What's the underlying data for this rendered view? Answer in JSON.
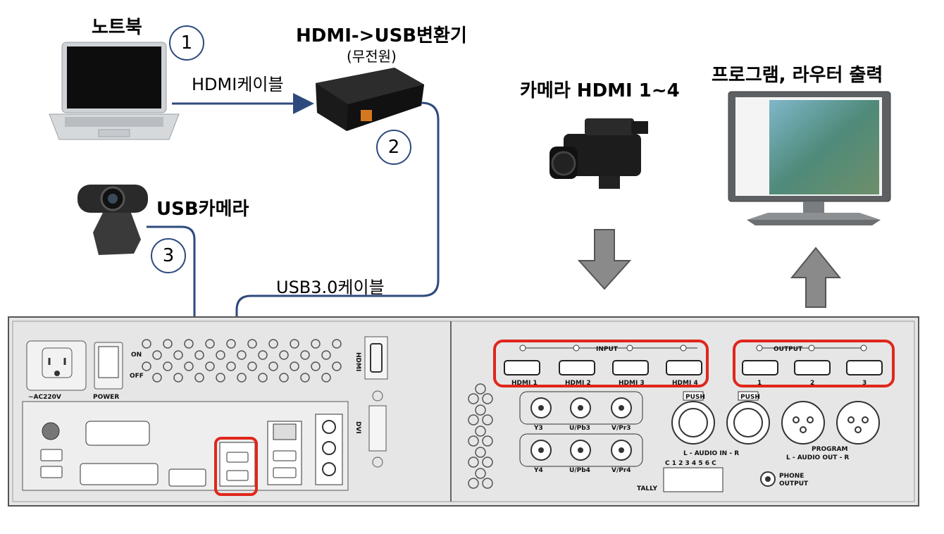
{
  "labels": {
    "laptop": "노트북",
    "converter": "HDMI->USB변환기",
    "converter_note": "(무전원)",
    "hdmi_cable": "HDMI케이블",
    "usb_camera": "USB카메라",
    "usb3_cable": "USB3.0케이블",
    "camera_hdmi": "카메라 HDMI 1~4",
    "program_out": "프로그램, 라우터 출력"
  },
  "steps": [
    "1",
    "2",
    "3"
  ],
  "panel": {
    "ac": "~AC220V",
    "power": "POWER",
    "on": "ON",
    "off": "OFF",
    "hdmi": "HDMI",
    "dvi": "DVI",
    "input": "INPUT",
    "output": "OUTPUT",
    "hdmi_inputs": [
      "HDMI 1",
      "HDMI 2",
      "HDMI 3",
      "HDMI 4"
    ],
    "outputs": [
      "1",
      "2",
      "3"
    ],
    "bnc_row1": [
      "Y3",
      "U/Pb3",
      "V/Pr3"
    ],
    "bnc_row2": [
      "Y4",
      "U/Pb4",
      "V/Pr4"
    ],
    "push": "PUSH",
    "audio_in": "L  -  AUDIO IN  -  R",
    "program": "PROGRAM",
    "audio_out": "L  -  AUDIO OUT  -  R",
    "tally_nums": "C 1 2 3 4 5 6 C",
    "tally": "TALLY",
    "phone": "PHONE",
    "phone_output": "OUTPUT"
  },
  "colors": {
    "cable": "#2e4a7d",
    "highlight": "#e0261c",
    "arrow": "#8a8a8a",
    "panel": "#e6e6e6"
  }
}
